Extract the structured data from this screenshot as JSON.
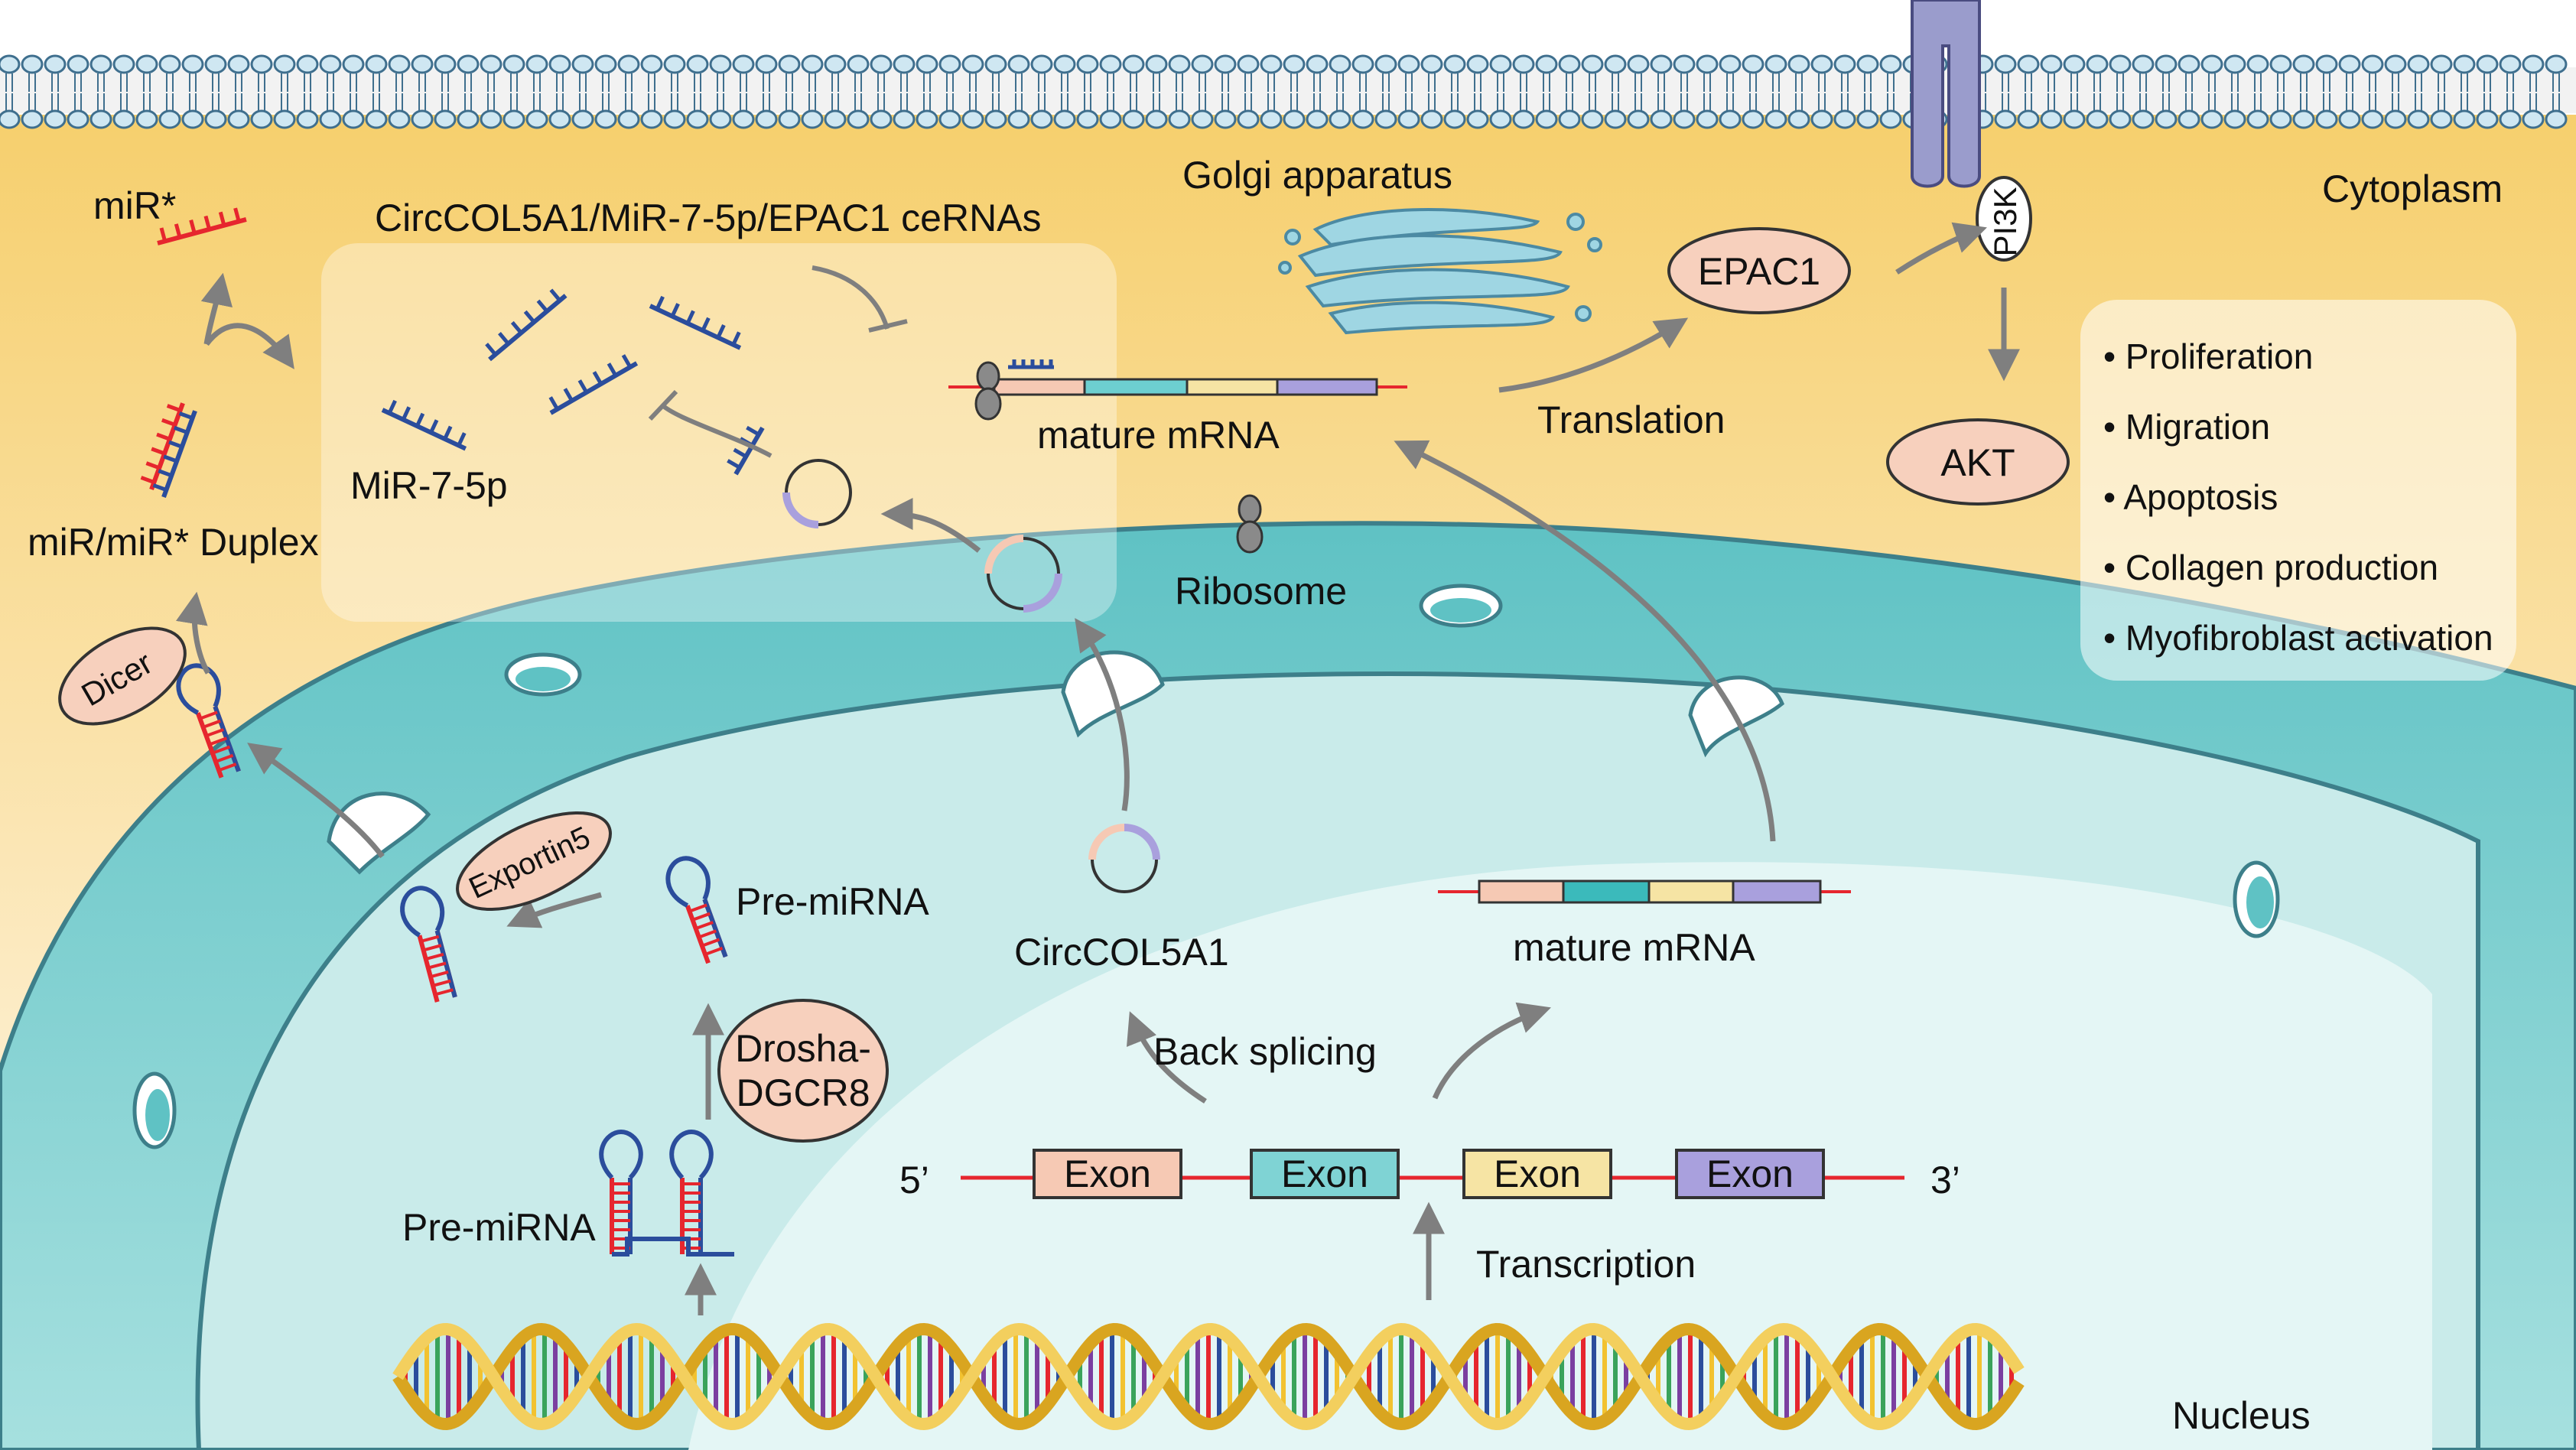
{
  "labels": {
    "mir_star": "miR*",
    "cerna_title": "CircCOL5A1/MiR-7-5p/EPAC1 ceRNAs",
    "golgi": "Golgi apparatus",
    "cytoplasm": "Cytoplasm",
    "epac1": "EPAC1",
    "pi3k": "PI3K",
    "akt": "AKT",
    "translation": "Translation",
    "mature_mrna_top": "mature mRNA",
    "mir75p": "MiR-7-5p",
    "duplex": "miR/miR* Duplex",
    "ribosome": "Ribosome",
    "dicer": "Dicer",
    "exportin5": "Exportin5",
    "pre_mirna_mid": "Pre-miRNA",
    "circcol5a1": "CircCOL5A1",
    "mature_mrna_nuc": "mature mRNA",
    "back_splicing": "Back splicing",
    "drosha_line1": "Drosha-",
    "drosha_line2": "DGCR8",
    "five_prime": "5’",
    "three_prime": "3’",
    "pre_mirna_low": "Pre-miRNA",
    "transcription": "Transcription",
    "nucleus": "Nucleus"
  },
  "exons": [
    "Exon",
    "Exon",
    "Exon",
    "Exon"
  ],
  "outcomes": [
    "Proliferation",
    "Migration",
    "Apoptosis",
    "Collagen production",
    "Myofibroblast activation"
  ],
  "colors": {
    "cytoplasm_top": "#f7d270",
    "membrane_head": "#cfe7f2",
    "membrane_stroke": "#3f6f8e",
    "nucleus_fill": "#7fcfd0",
    "nucleus_inner": "#dff3f2",
    "arrow": "#7f7f7f",
    "rna_red": "#e6262e",
    "rna_blue": "#2b4d9c",
    "oval_fill": "#f7d0bd",
    "exon1": "#f6c9b4",
    "exon2": "#6dcfd0",
    "exon3": "#f6e4a4",
    "exon4": "#a9a0dd"
  },
  "icons": [
    "lipid-bilayer-membrane",
    "golgi-apparatus-icon",
    "pi3k-receptor-icon",
    "dna-double-helix",
    "ribosome-icon",
    "nuclear-pore-icon",
    "circular-rna-icon"
  ]
}
